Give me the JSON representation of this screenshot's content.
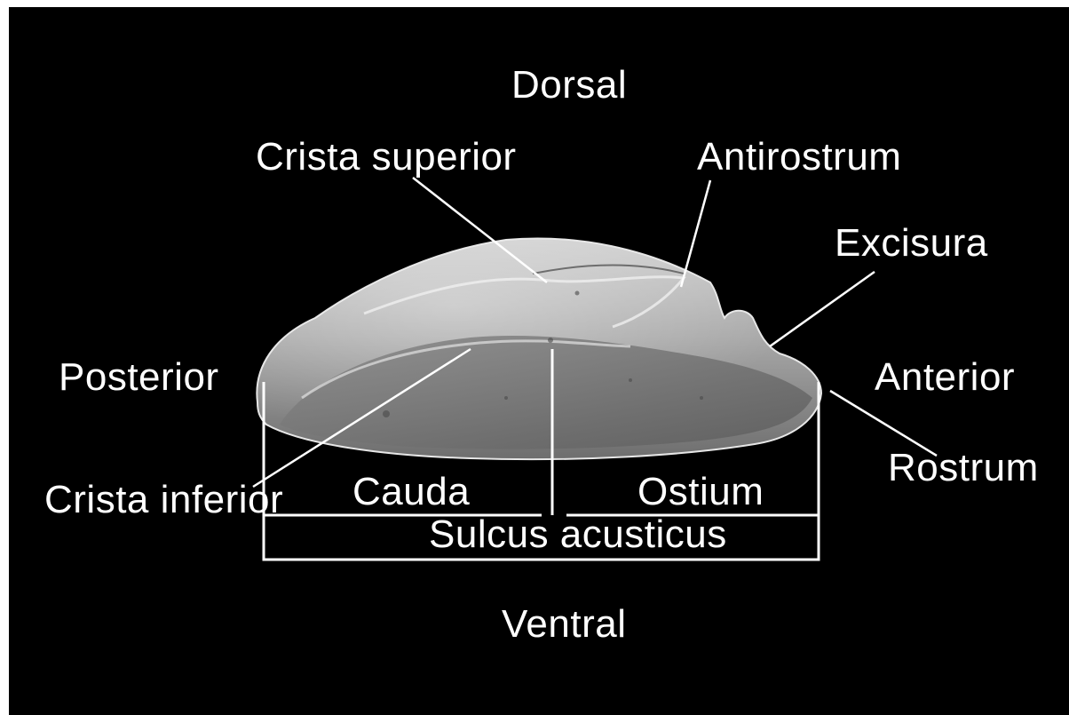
{
  "diagram": {
    "labels": {
      "dorsal": "Dorsal",
      "crista_superior": "Crista superior",
      "antirostrum": "Antirostrum",
      "excisura": "Excisura",
      "posterior": "Posterior",
      "anterior": "Anterior",
      "rostrum": "Rostrum",
      "crista_inferior": "Crista inferior",
      "cauda": "Cauda",
      "ostium": "Ostium",
      "sulcus_acusticus": "Sulcus acusticus",
      "ventral": "Ventral"
    },
    "colors": {
      "background": "#000000",
      "label": "#ffffff",
      "page_border": "#ffffff",
      "otolith_light": "#d6d6d6",
      "otolith_mid": "#9a9a9a",
      "otolith_dark": "#5a5a5a"
    }
  }
}
